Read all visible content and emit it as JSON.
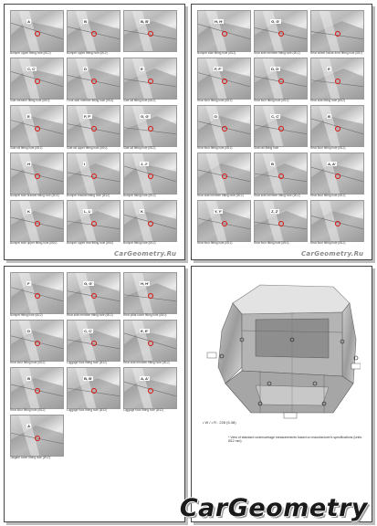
{
  "pages": [
    {
      "id": "page1",
      "watermark": "CarGeometry.Ru",
      "photos": [
        {
          "tag": "A",
          "caption": "Bumper upper fitting hole (Ø12)"
        },
        {
          "tag": "B",
          "caption": "Bumper upper fitting hole (Ø12)"
        },
        {
          "tag": "B, B'",
          "caption": ""
        },
        {
          "tag": "C, C'",
          "caption": "Side member fitting hole (Ø10)"
        },
        {
          "tag": "D",
          "caption": "Front side member fitting hole (Ø13)"
        },
        {
          "tag": "E",
          "caption": "Side sill fitting hole (Ø12)"
        },
        {
          "tag": "E",
          "caption": "Side sill fitting hole (Ø12)"
        },
        {
          "tag": "F, F'",
          "caption": "Side sill upper fitting hole (Ø10)"
        },
        {
          "tag": "G, G'",
          "caption": "Side sill fitting hole (Ø12)"
        },
        {
          "tag": "H",
          "caption": "Bumper side bracket fitting hole (Ø10)"
        },
        {
          "tag": "I",
          "caption": "Bumper bracket fitting hole (Ø12)"
        },
        {
          "tag": "J, J'",
          "caption": "Bumper fitting hole (Ø12)"
        },
        {
          "tag": "K",
          "caption": "Bumper side upper fitting hole (Ø10)"
        },
        {
          "tag": "L, L'",
          "caption": "Bumper upper rear fitting hole (Ø10)"
        },
        {
          "tag": "K",
          "caption": "Bumper fitting hole (Ø12)"
        }
      ]
    },
    {
      "id": "page2",
      "watermark": "CarGeometry.Ru",
      "photos": [
        {
          "tag": "H, H'",
          "caption": "Bumper side fitting hole (Ø12)"
        },
        {
          "tag": "G, G'",
          "caption": "Rear side member fitting hole (Ø12)"
        },
        {
          "tag": "",
          "caption": "Rear wheel house front fitting hole (Ø10)"
        },
        {
          "tag": "F, F'",
          "caption": "Rear floor fitting hole (Ø12)"
        },
        {
          "tag": "D, D'",
          "caption": "Rear floor fitting hole (Ø12)"
        },
        {
          "tag": "E",
          "caption": "Rear side fitting hole (Ø12)"
        },
        {
          "tag": "D",
          "caption": "Rear floor fitting hole (Ø12)"
        },
        {
          "tag": "C, C'",
          "caption": "Seat rail fitting hole"
        },
        {
          "tag": "B",
          "caption": "Rear floor fitting hole (Ø12)"
        },
        {
          "tag": "",
          "caption": "Rear side member fitting hole (Ø12)"
        },
        {
          "tag": "B",
          "caption": "Rear side member fitting hole (Ø12)"
        },
        {
          "tag": "A, A'",
          "caption": "Rear floor fitting hole (Ø12)"
        },
        {
          "tag": "Y, Y'",
          "caption": "Rear floor fitting hole (Ø12)"
        },
        {
          "tag": "Z, Z'",
          "caption": "Rear floor fitting hole (Ø10)"
        },
        {
          "tag": "",
          "caption": "Rear floor fitting hole (Ø12)"
        }
      ]
    },
    {
      "id": "page3",
      "watermark": "",
      "photos": [
        {
          "tag": "F",
          "caption": "Bumper fitting hole (Ø12)"
        },
        {
          "tag": "G, G'",
          "caption": "Rear side member fitting hole (Ø12)"
        },
        {
          "tag": "H, H'",
          "caption": "Rear pillar lower fitting hole (Ø10)"
        },
        {
          "tag": "D",
          "caption": "Rear floor fitting hole (Ø12)"
        },
        {
          "tag": "C, C'",
          "caption": "Luggage floor fitting hole (Ø12)"
        },
        {
          "tag": "E, E'",
          "caption": "Rear side member fitting hole (Ø12)"
        },
        {
          "tag": "B",
          "caption": "Rear floor fitting hole (Ø12)"
        },
        {
          "tag": "B, B'",
          "caption": "Luggage floor fitting hole (Ø12)"
        },
        {
          "tag": "A, A'",
          "caption": "Luggage floor fitting hole (Ø12)"
        },
        {
          "tag": "A",
          "caption": "Tailgate lower fitting hole (Ø12)"
        }
      ]
    },
    {
      "id": "page4",
      "car_caption": "• W / • R : 228 (5.38)",
      "car_note": "* View of standard undercarriage measurements based on manufacturer's specifications (units: Ø12 mm)"
    }
  ],
  "brand_watermark": "CarGeometry"
}
